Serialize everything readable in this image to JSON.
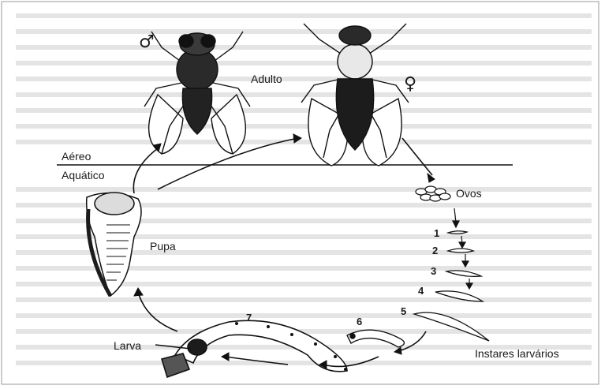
{
  "diagram": {
    "labels": {
      "adulto": "Adulto",
      "aereo": "Aéreo",
      "aquatico": "Aquático",
      "ovos": "Ovos",
      "pupa": "Pupa",
      "larva": "Larva",
      "instares": "Instares larvários"
    },
    "symbols": {
      "male": "♂",
      "female": "♀"
    },
    "instar_numbers": [
      "1",
      "2",
      "3",
      "4",
      "5",
      "6",
      "7"
    ]
  }
}
